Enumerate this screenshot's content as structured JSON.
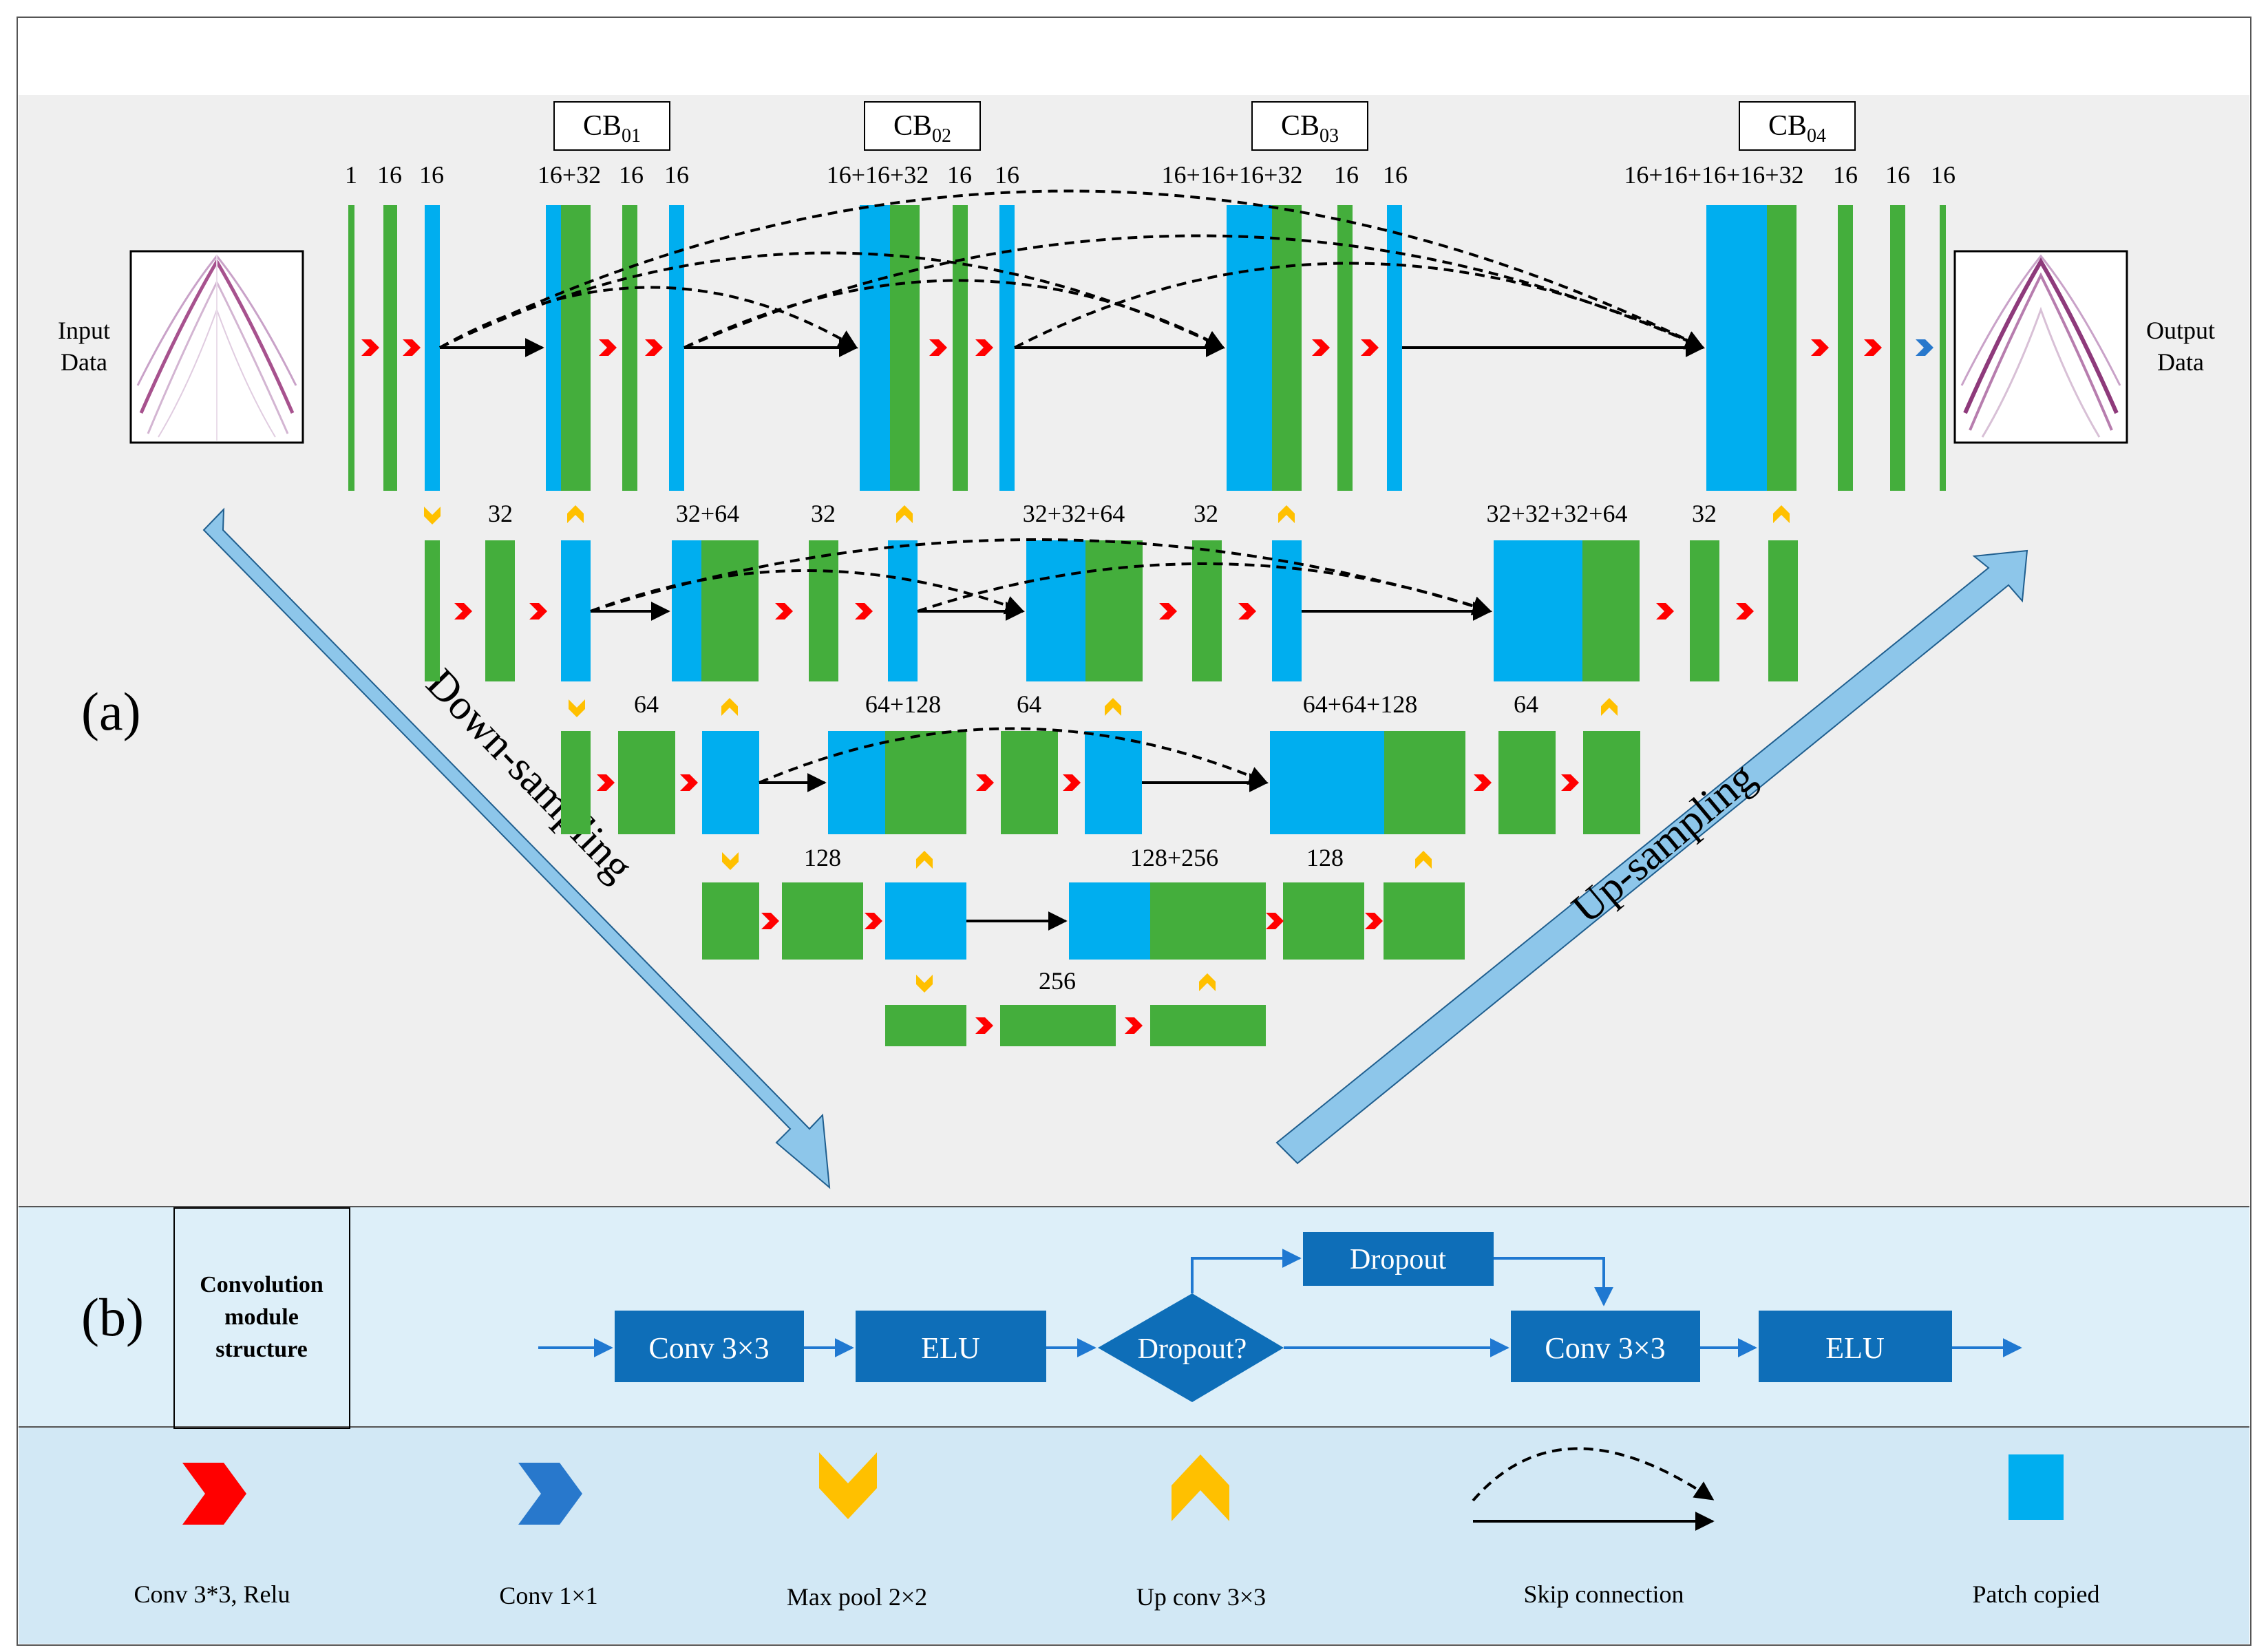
{
  "panel_a": {
    "label": "(a)",
    "input_label": [
      "Input",
      "Data"
    ],
    "output_label": [
      "Output",
      "Data"
    ],
    "cb_titles": [
      "CB01",
      "CB02",
      "CB03",
      "CB04"
    ],
    "cb_main": "CB",
    "cb_subs": [
      "01",
      "02",
      "03",
      "04"
    ],
    "channels": {
      "row0": [
        "1",
        "16",
        "16",
        "16+32",
        "16",
        "16",
        "16+16+32",
        "16",
        "16",
        "16+16+16+32",
        "16",
        "16",
        "16+16+16+16+32",
        "16",
        "16",
        "16"
      ],
      "row1": [
        "32",
        "32+64",
        "32",
        "32+32+64",
        "32",
        "32+32+32+64",
        "32"
      ],
      "row2": [
        "64",
        "64+128",
        "64",
        "64+64+128",
        "64"
      ],
      "row3": [
        "128",
        "128+256",
        "128"
      ],
      "row4": [
        "256"
      ]
    },
    "down_label": "Down-sampling",
    "up_label": "Up-sampling"
  },
  "panel_b": {
    "label": "(b)",
    "module_title": [
      "Convolution",
      "module",
      "structure"
    ],
    "conv1": "Conv 3×3",
    "elu1": "ELU",
    "decision": "Dropout?",
    "dropout": "Dropout",
    "conv2": "Conv 3×3",
    "elu2": "ELU"
  },
  "legend": {
    "conv_relu": "Conv 3*3, Relu",
    "conv1x1": "Conv 1×1",
    "maxpool": "Max pool 2×2",
    "upconv": "Up conv 3×3",
    "skip": "Skip connection",
    "patch": "Patch copied"
  },
  "colors": {
    "green": "#44AE3C",
    "blue": "#00AEEF",
    "red": "#FF0000",
    "yellow": "#FFC000",
    "conv1x1_blue": "#2878CC",
    "panel_b_bg": "#DDEFF9",
    "box_blue": "#0E6EB8",
    "arrow_blue": "#1F78D1",
    "big_arrow": "#8DC6EA"
  }
}
